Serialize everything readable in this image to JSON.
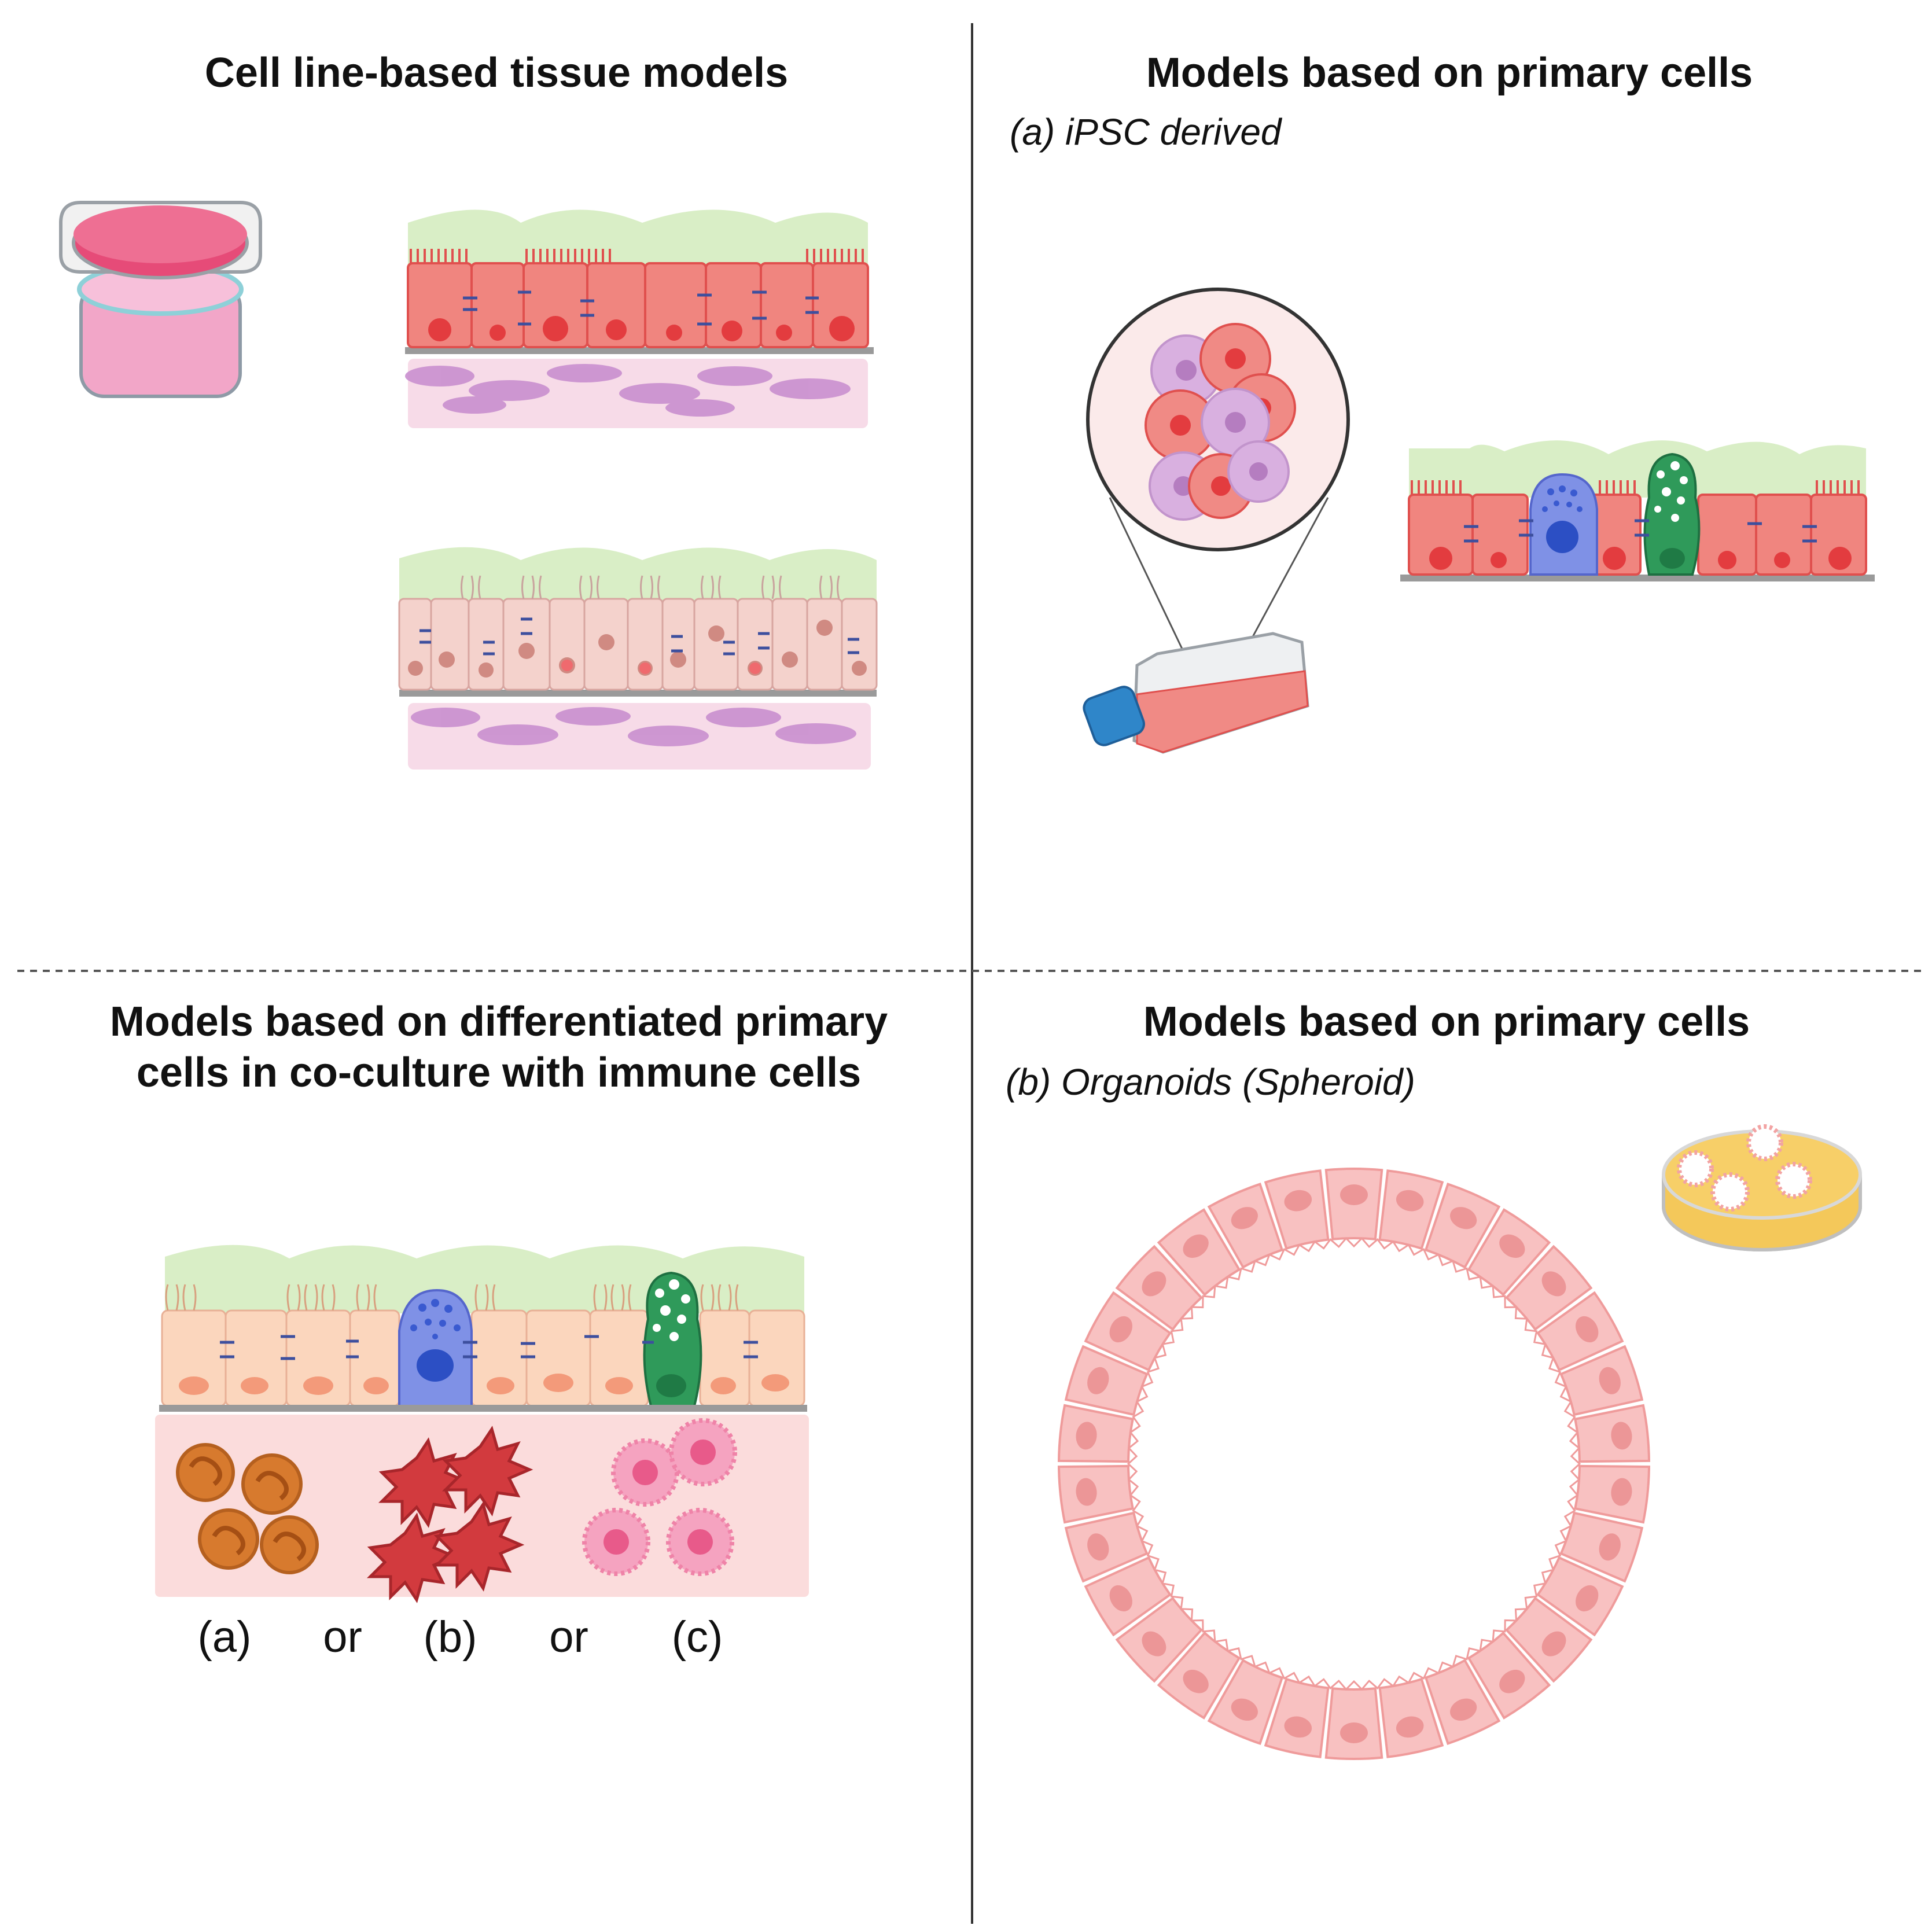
{
  "panels": {
    "top_left": {
      "title": "Cell line-based tissue models"
    },
    "top_right": {
      "title": "Models based on primary cells",
      "subtitle": "(a) iPSC derived"
    },
    "bottom_left": {
      "title_line1": "Models based on differentiated primary",
      "title_line2": "cells in co-culture with immune cells"
    },
    "bottom_right": {
      "title": "Models based on primary cells",
      "subtitle": "(b) Organoids (Spheroid)"
    }
  },
  "immune_labels": [
    "(a)",
    "or",
    "(b)",
    "or",
    "(c)"
  ],
  "colors": {
    "mucus": "#d9eec6",
    "epithelium_red": "#f0857f",
    "epithelium_red_dark": "#e0504e",
    "nucleus_red": "#e33c3f",
    "beige_cell": "#f4d2cc",
    "beige_nucleus": "#d08a82",
    "peach_cell": "#fbd6bd",
    "peach_nucleus": "#f39a7a",
    "stroma_pink": "#f7dbe8",
    "fibroblast": "#c98fcf",
    "goblet_green": "#2f9a5a",
    "tuft_blue": "#7f91e6",
    "tuft_nucleus": "#2c4fc4",
    "immune_bg": "#fbdcdc",
    "organoid_cell": "#f8c1c1",
    "organoid_nucleus": "#ec9697",
    "dish_yellow": "#f7cf68",
    "divider": "#333333"
  }
}
